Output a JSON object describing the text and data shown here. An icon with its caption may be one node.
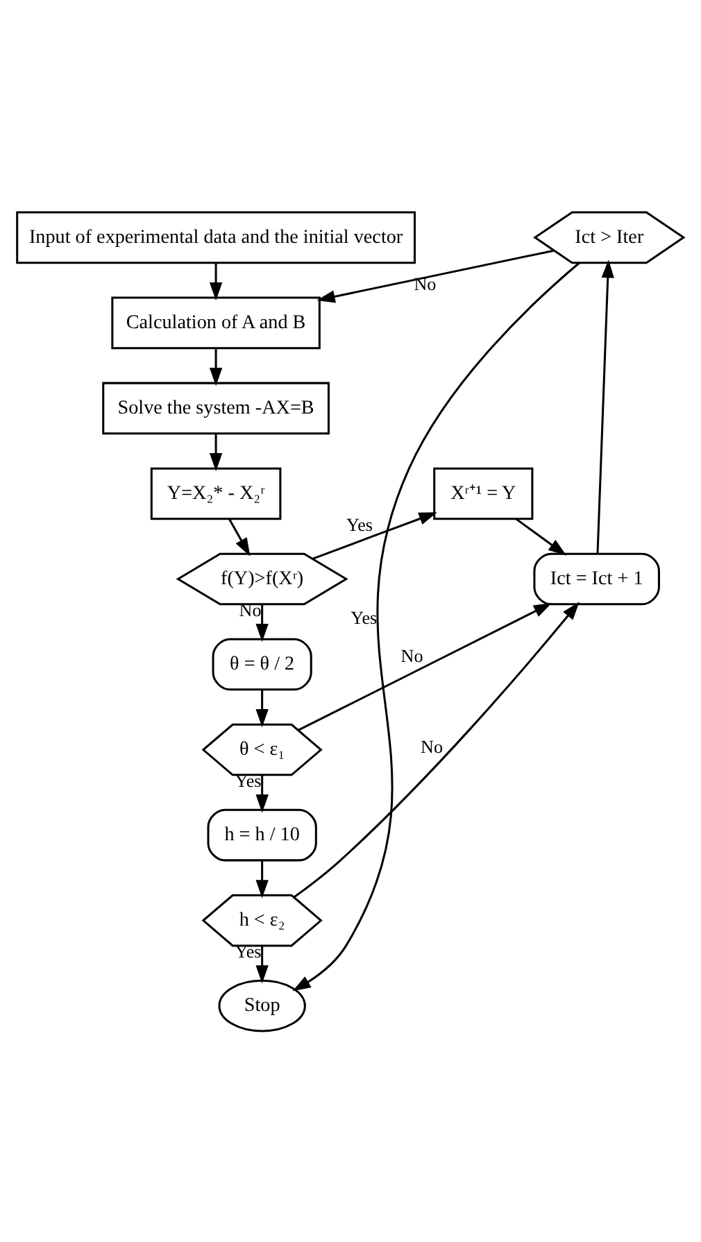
{
  "diagram": {
    "nodes": [
      {
        "text": [
          "Input of experimental data and the initial vector"
        ]
      },
      {
        "text": [
          "Ict > Iter"
        ]
      },
      {
        "text": [
          "Calculation of A and B"
        ]
      },
      {
        "text": [
          "Ict = Ict + 1"
        ]
      },
      {
        "text": [
          "Solve the system -AX=B"
        ]
      },
      {
        "text": [
          "Y=X₂* - X₂ʳ"
        ]
      },
      {
        "text": [
          "Xʳ⁺¹ = Y"
        ]
      },
      {
        "text": [
          "f(Y)>f(Xʳ)"
        ]
      },
      {
        "text": [
          "θ = θ / 2"
        ]
      },
      {
        "text": [
          "θ < ε₁"
        ]
      },
      {
        "text": [
          "h = h / 10"
        ]
      },
      {
        "text": [
          "h < ε₂"
        ]
      },
      {
        "text": [
          "Stop"
        ]
      }
    ],
    "edges": [
      {
        "from": 0,
        "to": 2,
        "arrow": "to"
      },
      {
        "from": 1,
        "to": 2,
        "arrow": "to",
        "label": "No"
      },
      {
        "from": 1,
        "to": 12,
        "arrow": "to",
        "label": "Yes"
      },
      {
        "from": 3,
        "to": 1,
        "arrow": "to"
      },
      {
        "from": 2,
        "to": 4,
        "arrow": "to"
      },
      {
        "from": 4,
        "to": 5,
        "arrow": "to"
      },
      {
        "from": 6,
        "to": 3,
        "arrow": "to"
      },
      {
        "from": 5,
        "to": 7,
        "arrow": "to"
      },
      {
        "from": 7,
        "to": 6,
        "arrow": "to",
        "label": "Yes"
      },
      {
        "from": 7,
        "to": 8,
        "arrow": "to",
        "label": "No"
      },
      {
        "from": 8,
        "to": 9,
        "arrow": "to"
      },
      {
        "from": 9,
        "to": 3,
        "arrow": "to",
        "label": "No"
      },
      {
        "from": 9,
        "to": 10,
        "arrow": "to",
        "label": "Yes"
      },
      {
        "from": 10,
        "to": 11,
        "arrow": "to"
      },
      {
        "from": 11,
        "to": 3,
        "arrow": "to",
        "label": "No"
      },
      {
        "from": 11,
        "to": 12,
        "arrow": "to",
        "label": "Yes"
      }
    ]
  }
}
